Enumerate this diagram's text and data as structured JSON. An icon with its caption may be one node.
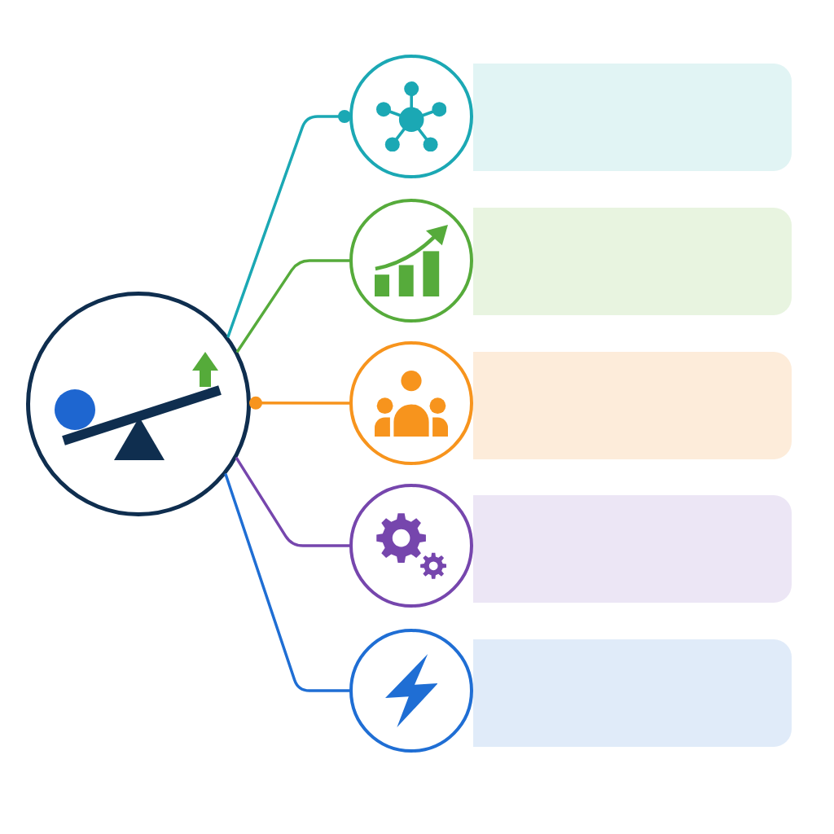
{
  "diagram": {
    "nodes": [
      {
        "text": [],
        "shape": "circle"
      },
      {
        "text": [],
        "shape": "circle"
      },
      {
        "text": [],
        "shape": "box"
      },
      {
        "text": [],
        "shape": "circle"
      },
      {
        "text": [],
        "shape": "box"
      },
      {
        "text": [],
        "shape": "circle"
      },
      {
        "text": [],
        "shape": "box"
      },
      {
        "text": [],
        "shape": "circle"
      },
      {
        "text": [],
        "shape": "box"
      },
      {
        "text": [],
        "shape": "circle"
      },
      {
        "text": [],
        "shape": "box"
      }
    ],
    "edges": [
      {
        "from": 0,
        "to": 1,
        "arrow": "other",
        "color": "#1ba8b4"
      },
      {
        "from": 0,
        "to": 3,
        "arrow": "none",
        "color": "#56ab3b"
      },
      {
        "from": 5,
        "to": 0,
        "arrow": "other",
        "color": "#f7941d"
      },
      {
        "from": 0,
        "to": 7,
        "arrow": "none",
        "color": "#7646ad"
      },
      {
        "from": 0,
        "to": 9,
        "arrow": "none",
        "color": "#1f6ed4"
      }
    ]
  }
}
